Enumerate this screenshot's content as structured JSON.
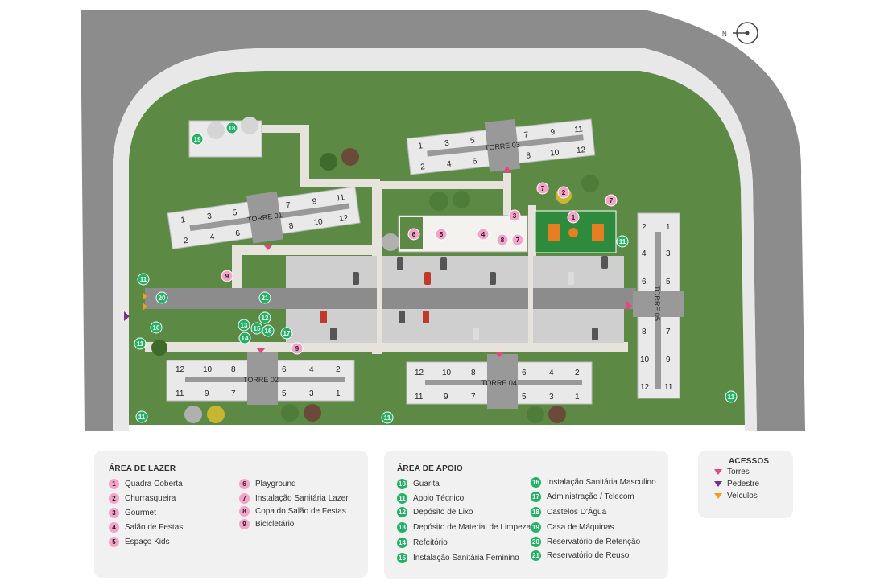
{
  "towers": {
    "t01": {
      "label": "TORRE 01",
      "top": [
        "1",
        "3",
        "5",
        "7",
        "9",
        "11"
      ],
      "bottom": [
        "2",
        "4",
        "6",
        "8",
        "10",
        "12"
      ]
    },
    "t02": {
      "label": "TORRE 02",
      "top": [
        "12",
        "10",
        "8",
        "6",
        "4",
        "2"
      ],
      "bottom": [
        "11",
        "9",
        "7",
        "5",
        "3",
        "1"
      ]
    },
    "t03": {
      "label": "TORRE 03",
      "top": [
        "1",
        "3",
        "5",
        "7",
        "9",
        "11"
      ],
      "bottom": [
        "2",
        "4",
        "6",
        "8",
        "10",
        "12"
      ]
    },
    "t04": {
      "label": "TORRE 04",
      "top": [
        "12",
        "10",
        "8",
        "6",
        "4",
        "2"
      ],
      "bottom": [
        "11",
        "9",
        "7",
        "5",
        "3",
        "1"
      ]
    },
    "t05": {
      "label": "TORRE 05",
      "left": [
        "2",
        "4",
        "6",
        "8",
        "10",
        "12"
      ],
      "right": [
        "1",
        "3",
        "5",
        "7",
        "9",
        "11"
      ]
    }
  },
  "compass": {
    "label": "N"
  },
  "legend_lazer": {
    "title": "ÁREA DE LAZER",
    "items": [
      {
        "n": "1",
        "label": "Quadra Coberta"
      },
      {
        "n": "2",
        "label": "Churrasqueira"
      },
      {
        "n": "3",
        "label": "Gourmet"
      },
      {
        "n": "4",
        "label": "Salão de Festas"
      },
      {
        "n": "5",
        "label": "Espaço Kids"
      },
      {
        "n": "6",
        "label": "Playground"
      },
      {
        "n": "7",
        "label": "Instalação Sanitária Lazer"
      },
      {
        "n": "8",
        "label": "Copa do Salão de Festas"
      },
      {
        "n": "9",
        "label": "Bicicletário"
      }
    ]
  },
  "legend_apoio": {
    "title": "ÁREA DE APOIO",
    "items": [
      {
        "n": "10",
        "label": "Guarita"
      },
      {
        "n": "11",
        "label": "Apoio Técnico"
      },
      {
        "n": "12",
        "label": "Depósito de Lixo"
      },
      {
        "n": "13",
        "label": "Depósito de Material de Limpeza"
      },
      {
        "n": "14",
        "label": "Refeitório"
      },
      {
        "n": "15",
        "label": "Instalação Sanitária Feminino"
      },
      {
        "n": "16",
        "label": "Instalação Sanitária Masculino"
      },
      {
        "n": "17",
        "label": "Administração / Telecom"
      },
      {
        "n": "18",
        "label": "Castelos D'Água"
      },
      {
        "n": "19",
        "label": "Casa de Máquinas"
      },
      {
        "n": "20",
        "label": "Reservatório de Retenção"
      },
      {
        "n": "21",
        "label": "Reservatório de Reuso"
      }
    ]
  },
  "acessos": {
    "title": "ACESSOS",
    "items": [
      {
        "label": "Torres",
        "color": "#e0487f"
      },
      {
        "label": "Pedestre",
        "color": "#7a2f8f"
      },
      {
        "label": "Veículos",
        "color": "#f39c1f"
      }
    ]
  },
  "colors": {
    "lazer": "#f5a3c8",
    "apoio": "#22b263",
    "grass": "#5c8a45",
    "road": "#8c8c8c"
  }
}
